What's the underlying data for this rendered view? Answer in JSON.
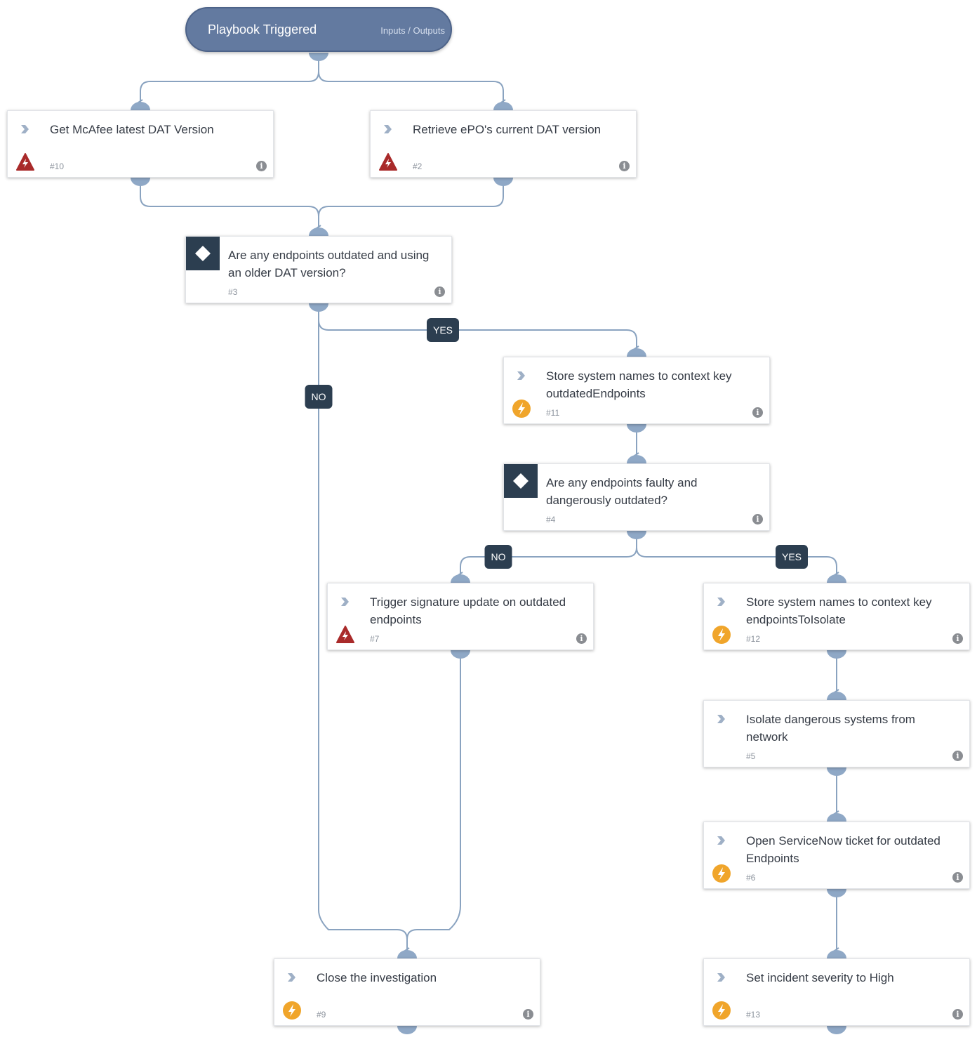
{
  "trigger": {
    "title": "Playbook Triggered",
    "io_label": "Inputs / Outputs"
  },
  "tasks": {
    "t10": {
      "title": "Get McAfee latest DAT Version",
      "num": "#10",
      "status": "error"
    },
    "t2": {
      "title": "Retrieve ePO's current DAT version",
      "num": "#2",
      "status": "error"
    },
    "t3": {
      "title": "Are any endpoints outdated and using an older DAT version?",
      "num": "#3",
      "status": "condition"
    },
    "t11": {
      "title": "Store system names to context key outdatedEndpoints",
      "num": "#11",
      "status": "automation"
    },
    "t4": {
      "title": "Are any endpoints faulty and dangerously outdated?",
      "num": "#4",
      "status": "condition"
    },
    "t7": {
      "title": "Trigger signature update on outdated endpoints",
      "num": "#7",
      "status": "error"
    },
    "t12": {
      "title": "Store system names to context key endpointsToIsolate",
      "num": "#12",
      "status": "automation"
    },
    "t5": {
      "title": "Isolate dangerous systems from network",
      "num": "#5",
      "status": "none"
    },
    "t6": {
      "title": "Open ServiceNow ticket for outdated Endpoints",
      "num": "#6",
      "status": "automation"
    },
    "t9": {
      "title": "Close the investigation",
      "num": "#9",
      "status": "automation"
    },
    "t13": {
      "title": "Set incident severity to High",
      "num": "#13",
      "status": "automation"
    }
  },
  "labels": {
    "yes_3": "YES",
    "no_3": "NO",
    "no_4": "NO",
    "yes_4": "YES"
  },
  "info_glyph": "i",
  "colors": {
    "trigger": "#637aa0",
    "connector": "#8fa8c6",
    "wire": "#8aa3c0",
    "condition": "#2c3e50",
    "error": "#a92a2a",
    "automation": "#f0a52b"
  }
}
